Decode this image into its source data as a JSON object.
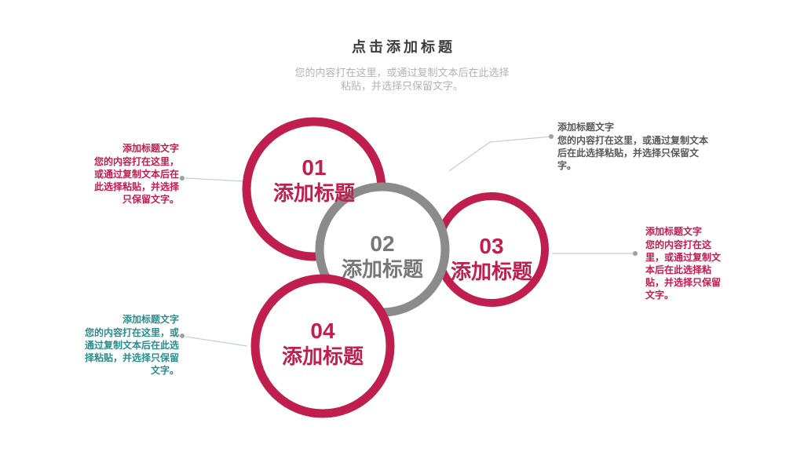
{
  "slide": {
    "title": "点击添加标题",
    "subtitle": "您的内容打在这里，或通过复制文本后在此选择粘贴，并选择只保留文字。"
  },
  "colors": {
    "accent_red": "#c01e4f",
    "accent_gray": "#8b8b8b",
    "accent_teal": "#2e8b8a",
    "title_text": "#3d3d3d",
    "subtitle_text": "#b3b3b3",
    "callout_gray_text": "#595959",
    "circle_gray_text": "#777777",
    "leader_line": "#c8cdd0",
    "leader_dot": "#9aa2a6"
  },
  "circles": [
    {
      "number": "01",
      "label": "添加标题",
      "color_role": "red"
    },
    {
      "number": "02",
      "label": "添加标题",
      "color_role": "gray"
    },
    {
      "number": "03",
      "label": "添加标题",
      "color_role": "red"
    },
    {
      "number": "04",
      "label": "添加标题",
      "color_role": "red"
    }
  ],
  "callouts": [
    {
      "position": "left-top",
      "color_role": "red",
      "heading": "添加标题文字",
      "body": "您的内容打在这里，或通过复制文本后在此选择粘贴，并选择只保留文字。"
    },
    {
      "position": "top-right",
      "color_role": "gray",
      "heading": "添加标题文字",
      "body": "您的内容打在这里，或通过复制文本后在此选择粘贴，并选择只保留文字。"
    },
    {
      "position": "right",
      "color_role": "red",
      "heading": "添加标题文字",
      "body": "您的内容打在这里，或通过复制文本后在此选择粘贴，并选择只保留文字。"
    },
    {
      "position": "bottom-left",
      "color_role": "teal",
      "heading": "添加标题文字",
      "body": "您的内容打在这里，或通过复制文本后在此选择粘贴，并选择只保留文字。"
    }
  ]
}
